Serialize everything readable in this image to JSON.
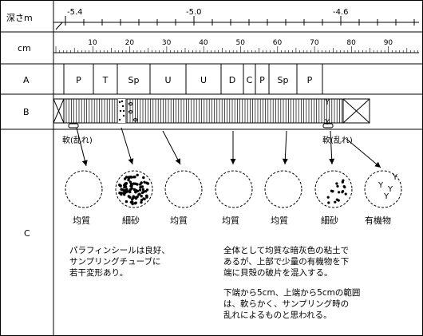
{
  "rows": {
    "depth_label": "深さm",
    "cm_label": "cm",
    "a_label": "A",
    "b_label": "B",
    "c_label": "C"
  },
  "depth_ticks": [
    "-5.4",
    "-5.0",
    "-4.6"
  ],
  "cm_ticks": [
    "10",
    "20",
    "30",
    "40",
    "50",
    "60",
    "70",
    "80",
    "90"
  ],
  "layers": [
    "P",
    "T",
    "Sp",
    "U",
    "U",
    "D",
    "C",
    "P",
    "Sp",
    "P"
  ],
  "disturbed_label": "軟(乱れ)",
  "samples": [
    {
      "label": "均質",
      "texture": "plain"
    },
    {
      "label": "細砂",
      "texture": "dense-dots"
    },
    {
      "label": "均質",
      "texture": "plain"
    },
    {
      "label": "均質",
      "texture": "plain"
    },
    {
      "label": "均質",
      "texture": "plain"
    },
    {
      "label": "細砂",
      "texture": "partial-dots"
    },
    {
      "label": "有機物",
      "texture": "organic"
    }
  ],
  "notes": {
    "left": [
      "パラフィンシールは良好、",
      "サンプリングチューブに",
      "若干変形あり。"
    ],
    "right_1": [
      "全体として均質な暗灰色の粘土で",
      "あるが、上部で少量の有機物を下",
      "端に貝殻の破片を混入する。"
    ],
    "right_2": [
      "下端から5cm、上端から5cmの範囲",
      "は、軟らかく、サンプリング時の",
      "乱れによるものと思われる。"
    ]
  },
  "colors": {
    "line": "#000000",
    "background": "#ffffff"
  }
}
